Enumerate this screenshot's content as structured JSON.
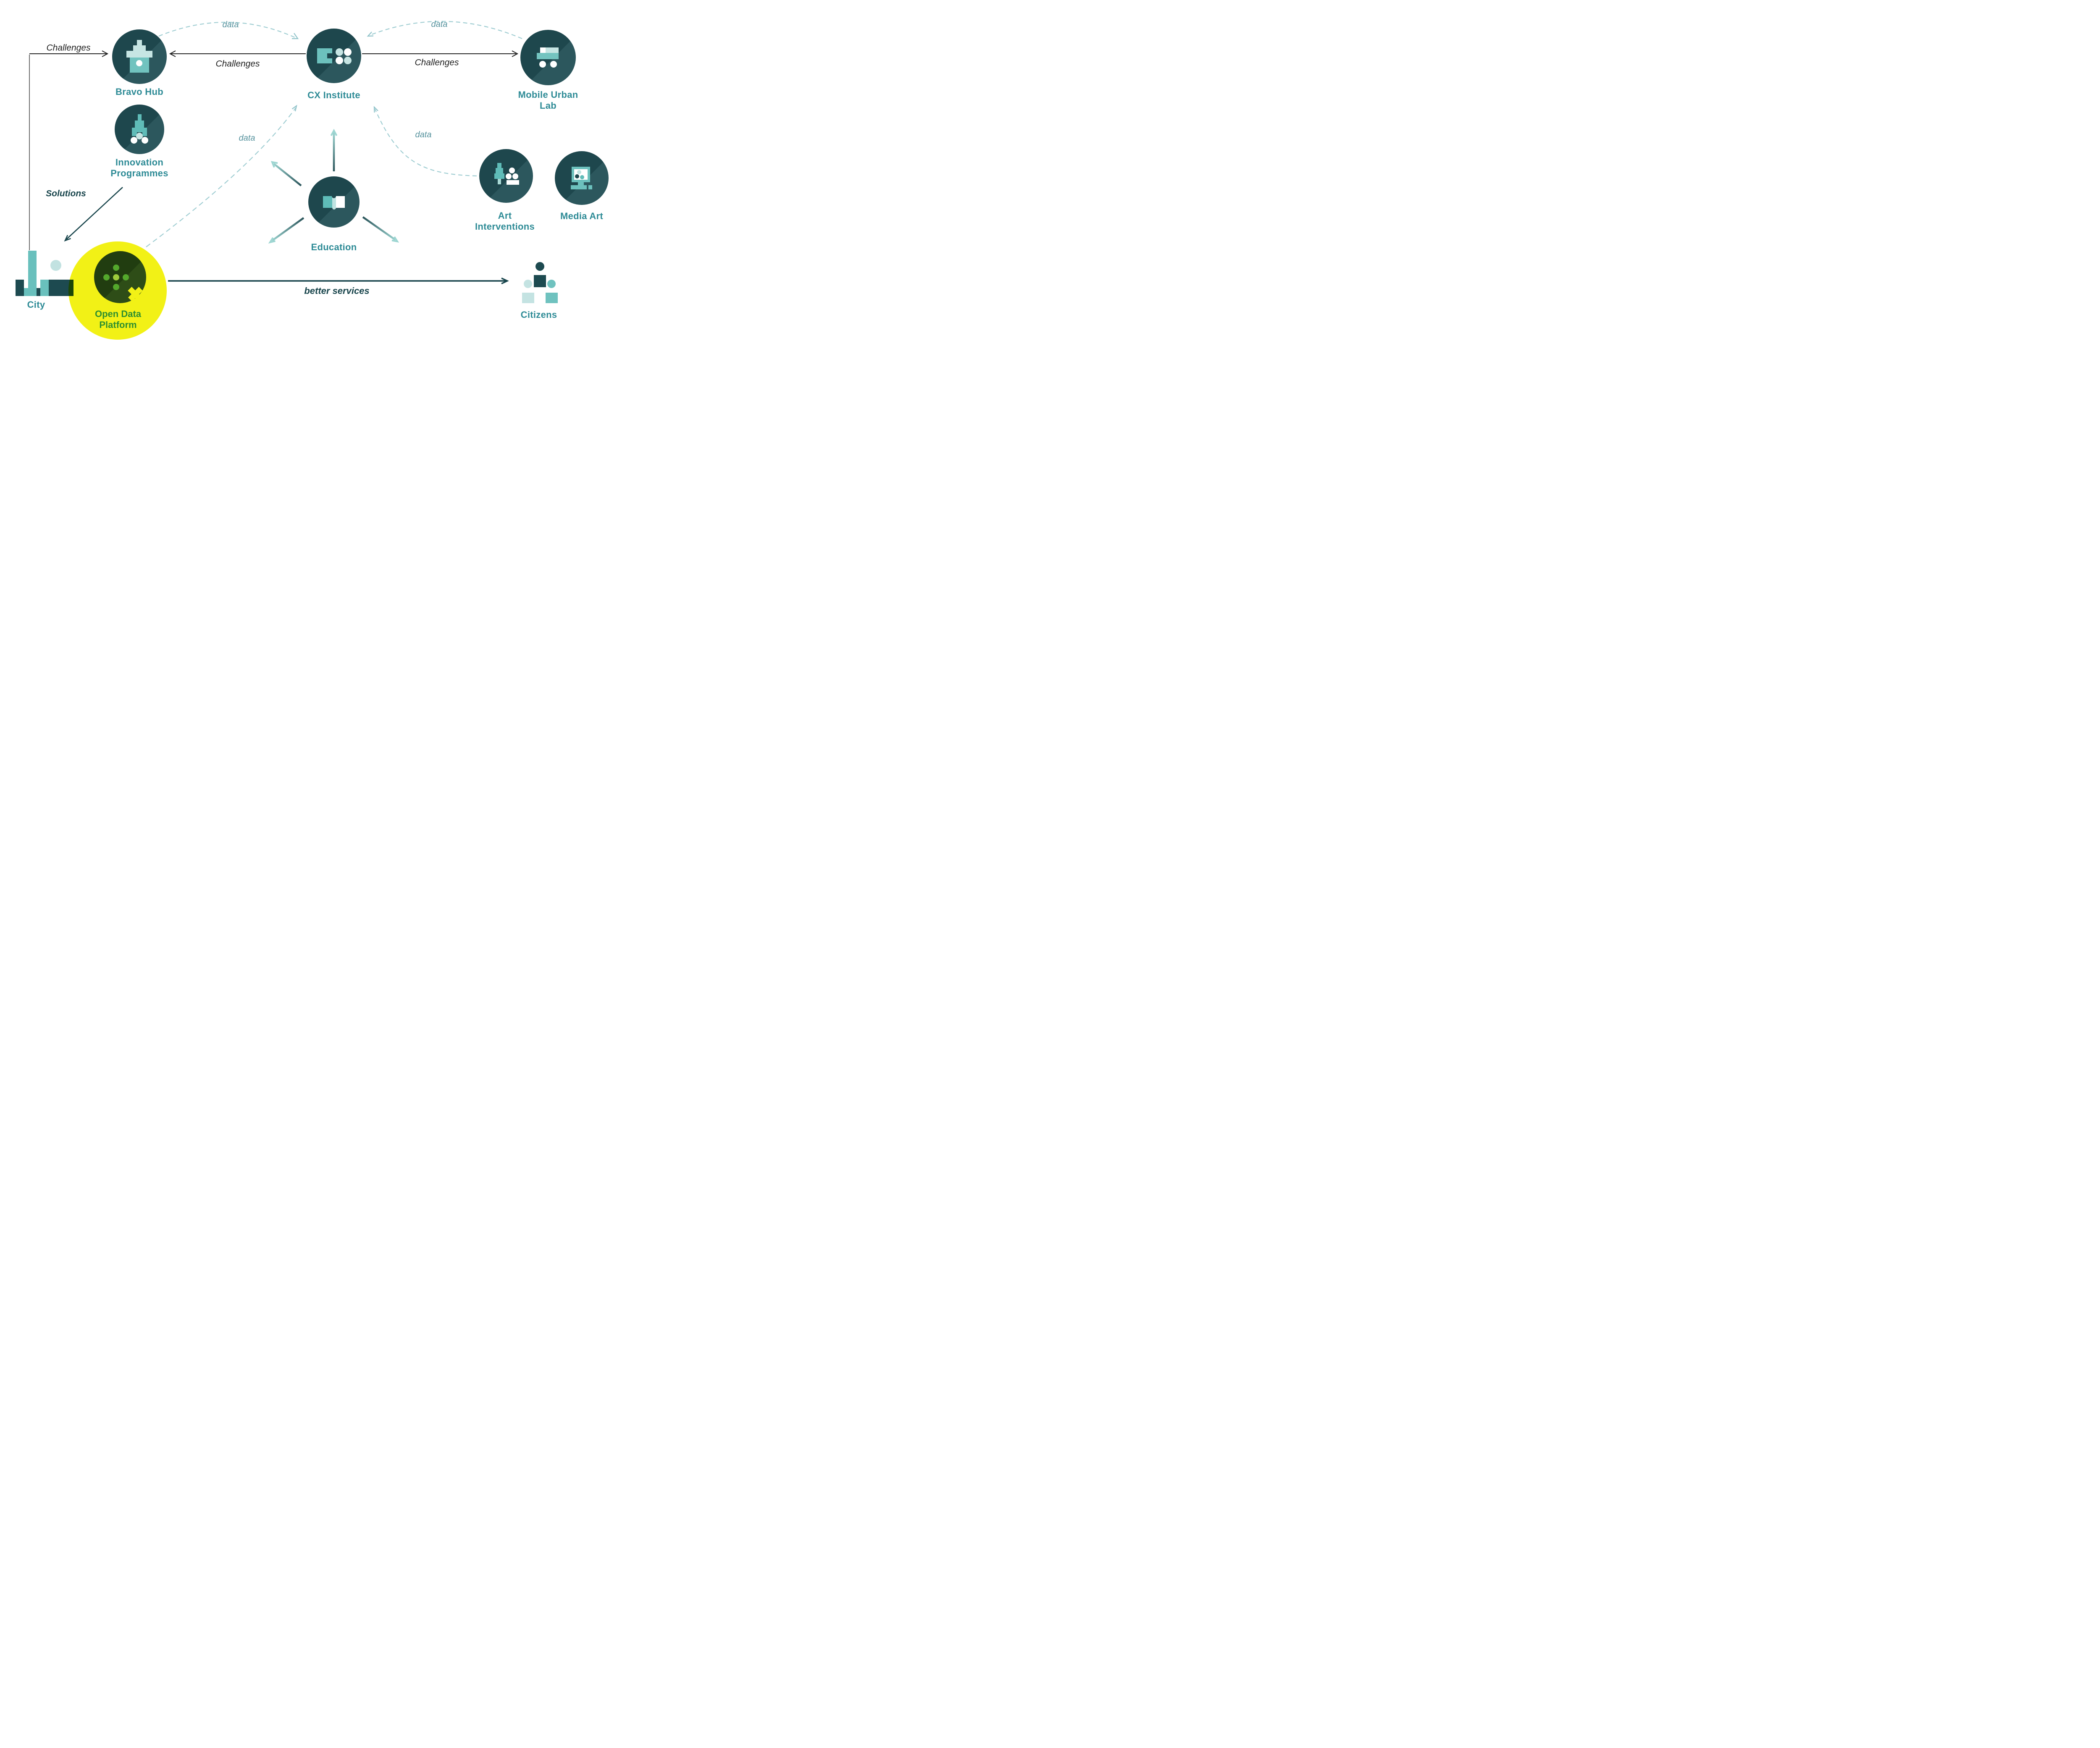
{
  "diagram_title": "",
  "nodes": [
    {
      "id": "bravo-hub",
      "label": "Bravo Hub"
    },
    {
      "id": "cx-institute",
      "label": "CX Institute"
    },
    {
      "id": "mobile-urban-lab",
      "label": "Mobile Urban\nLab"
    },
    {
      "id": "innovation-programmes",
      "label": "Innovation\nProgrammes"
    },
    {
      "id": "education",
      "label": "Education"
    },
    {
      "id": "art-interventions",
      "label": "Art\nInterventions"
    },
    {
      "id": "media-art",
      "label": "Media Art"
    },
    {
      "id": "open-data-platform",
      "label": "Open Data\nPlatform"
    },
    {
      "id": "city",
      "label": "City"
    },
    {
      "id": "citizens",
      "label": "Citizens"
    }
  ],
  "edges": {
    "city_to_bravo": {
      "label": "Challenges",
      "style": "solid-black",
      "from": "City",
      "to": "Bravo Hub"
    },
    "cx_to_bravo": {
      "label": "Challenges",
      "style": "solid-black",
      "from": "CX Institute",
      "to": "Bravo Hub"
    },
    "cx_to_mul": {
      "label": "Challenges",
      "style": "solid-black",
      "from": "CX Institute",
      "to": "Mobile Urban Lab"
    },
    "bravo_to_cx_data": {
      "label": "data",
      "style": "dashed-teal",
      "from": "Bravo Hub",
      "to": "CX Institute"
    },
    "mul_to_cx_data": {
      "label": "data",
      "style": "dashed-teal",
      "from": "Mobile Urban Lab",
      "to": "CX Institute"
    },
    "odp_to_cx_data": {
      "label": "data",
      "style": "dashed-teal",
      "from": "Open Data Platform",
      "to": "CX Institute"
    },
    "art_to_cx_data": {
      "label": "data",
      "style": "dashed-teal",
      "from": "Art Interventions",
      "to": "CX Institute"
    },
    "innovation_to_city": {
      "label": "Solutions",
      "style": "solid-teal",
      "from": "Innovation Programmes",
      "to": "City"
    },
    "odp_to_citizens": {
      "label": "better services",
      "style": "solid-teal-thick",
      "from": "Open Data Platform",
      "to": "Citizens"
    }
  },
  "colors": {
    "node_dark_teal": "#1e474d",
    "node_dark_light_wedge": "#2c575d",
    "icon_medium_teal": "#6cc1bd",
    "icon_light_teal": "#c6e5e3",
    "icon_white": "#ffffff",
    "label_teal": "#2e8b96",
    "arrow_black": "#1f1f1f",
    "arrow_dark_teal": "#17444b",
    "dashed_teal": "#9fcdd2",
    "data_label_teal": "#57939e",
    "odp_yellow": "#f2f116",
    "odp_dark_green": "#213d10",
    "odp_dot_green": "#54a82c",
    "odp_dot_light_green": "#9dca3c",
    "odp_label_green": "#2d8f2f",
    "education_arrow_gradient": [
      "#2a545a",
      "#9ed6d2"
    ]
  }
}
